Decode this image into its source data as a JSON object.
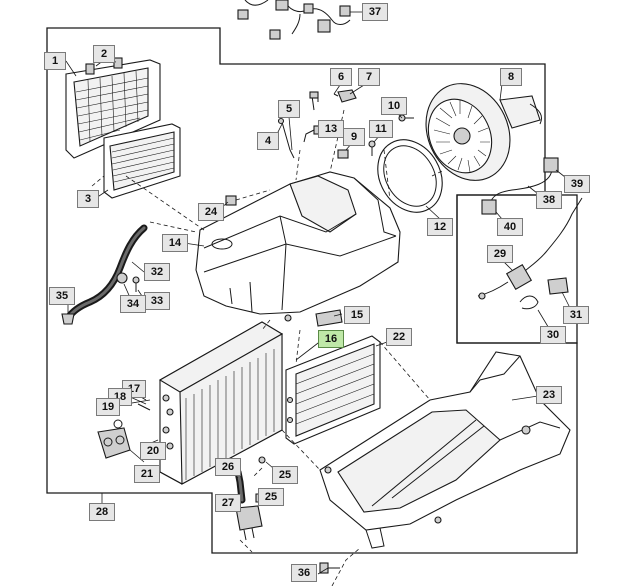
{
  "callouts": [
    {
      "id": "c1",
      "label": "1"
    },
    {
      "id": "c2",
      "label": "2"
    },
    {
      "id": "c3",
      "label": "3"
    },
    {
      "id": "c4",
      "label": "4"
    },
    {
      "id": "c5",
      "label": "5"
    },
    {
      "id": "c6",
      "label": "6"
    },
    {
      "id": "c7",
      "label": "7"
    },
    {
      "id": "c8",
      "label": "8"
    },
    {
      "id": "c9",
      "label": "9"
    },
    {
      "id": "c10",
      "label": "10"
    },
    {
      "id": "c11",
      "label": "11"
    },
    {
      "id": "c12",
      "label": "12"
    },
    {
      "id": "c13",
      "label": "13"
    },
    {
      "id": "c14",
      "label": "14"
    },
    {
      "id": "c15",
      "label": "15"
    },
    {
      "id": "c16",
      "label": "16",
      "highlighted": true
    },
    {
      "id": "c17",
      "label": "17"
    },
    {
      "id": "c18",
      "label": "18"
    },
    {
      "id": "c19",
      "label": "19"
    },
    {
      "id": "c20",
      "label": "20"
    },
    {
      "id": "c21",
      "label": "21"
    },
    {
      "id": "c22",
      "label": "22"
    },
    {
      "id": "c23",
      "label": "23"
    },
    {
      "id": "c24",
      "label": "24"
    },
    {
      "id": "c25a",
      "label": "25"
    },
    {
      "id": "c25b",
      "label": "25"
    },
    {
      "id": "c26",
      "label": "26"
    },
    {
      "id": "c27",
      "label": "27"
    },
    {
      "id": "c28",
      "label": "28"
    },
    {
      "id": "c29",
      "label": "29"
    },
    {
      "id": "c30",
      "label": "30"
    },
    {
      "id": "c31",
      "label": "31"
    },
    {
      "id": "c32",
      "label": "32"
    },
    {
      "id": "c33",
      "label": "33"
    },
    {
      "id": "c34",
      "label": "34"
    },
    {
      "id": "c35",
      "label": "35"
    },
    {
      "id": "c36",
      "label": "36"
    },
    {
      "id": "c37",
      "label": "37"
    },
    {
      "id": "c38",
      "label": "38"
    },
    {
      "id": "c39",
      "label": "39"
    },
    {
      "id": "c40",
      "label": "40"
    }
  ],
  "colors": {
    "callout_fill": "#e6e6e6",
    "callout_highlight": "#bfe8a8",
    "line": "#1a1a1a"
  }
}
